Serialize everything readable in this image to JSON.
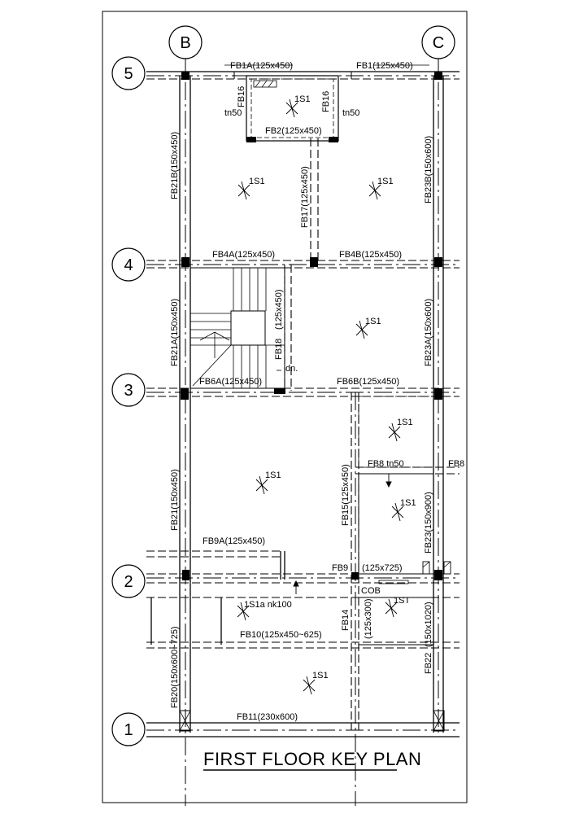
{
  "title": "FIRST FLOOR KEY PLAN",
  "grid_columns": [
    "B",
    "C"
  ],
  "grid_rows": [
    "5",
    "4",
    "3",
    "2",
    "1"
  ],
  "beams": {
    "fb1a": "FB1A(125x450)",
    "fb1": "FB1(125x450)",
    "fb16_left": "FB16",
    "fb16_right": "FB16",
    "tn50_left": "tn50",
    "tn50_right": "tn50",
    "fb2": "FB2(125x450)",
    "fb21b": "FB21B(150x450)",
    "fb17": "FB17(125x450)",
    "fb23b": "FB23B(150x600)",
    "fb4a": "FB4A(125x450)",
    "fb4b": "FB4B(125x450)",
    "fb21a": "FB21A(150x450)",
    "fb18_size": "(125x450)",
    "fb18": "FB18",
    "dn": "dn.",
    "fb23a": "FB23A(150x600)",
    "fb6a": "FB6A(125x450)",
    "fb6b": "FB6B(125x450)",
    "fb8_tn50": "FB8 tn50",
    "fb8": "FB8",
    "fb21": "FB21(150x450)",
    "fb15": "FB15(125x450)",
    "fb23": "FB23(150x900)",
    "fb9a": "FB9A(125x450)",
    "fb9": "FB9",
    "fb9_size": "(125x725)",
    "cob": "COB",
    "s1a_nk": "1S1a  nk100",
    "fb14": "FB14",
    "fb14_size": "(125x300)",
    "fb22_size": "(150x1020)",
    "fb10": "FB10(125x450~625)",
    "fb22": "FB22",
    "fb20": "FB20(150x600~725)",
    "fb11": "FB11(230x600)"
  },
  "slab_marks": {
    "s1_top": "1S1",
    "s1_upper_left": "1S1",
    "s1_upper_right": "1S1",
    "s1_middle": "1S1",
    "s1_right_small": "1S1",
    "s1_left_large": "1S1",
    "s1_right_mid": "1S1",
    "st_right": "1ST",
    "s1_bottom": "1S1"
  }
}
